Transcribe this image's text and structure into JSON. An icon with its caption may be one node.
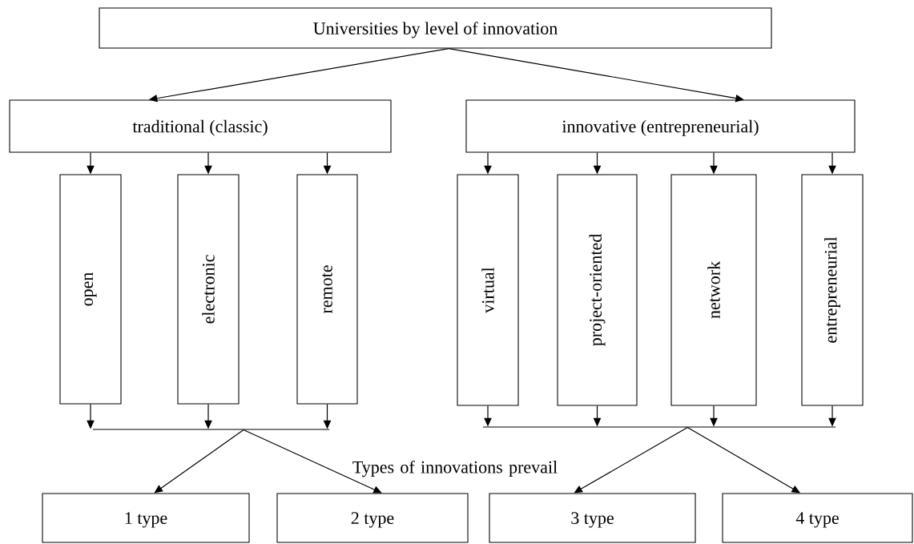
{
  "diagram": {
    "nodes": [
      {
        "text": [
          "Universities by level of innovation"
        ]
      },
      {
        "text": [
          "traditional (classic)"
        ]
      },
      {
        "text": [
          "innovative (entrepreneurial)"
        ]
      },
      {
        "text": [
          "open"
        ]
      },
      {
        "text": [
          "electronic"
        ]
      },
      {
        "text": [
          "remote"
        ]
      },
      {
        "text": [
          "virtual"
        ]
      },
      {
        "text": [
          "project-oriented"
        ]
      },
      {
        "text": [
          "network"
        ]
      },
      {
        "text": [
          "entrepreneurial"
        ]
      },
      {
        "text": [],
        "shape": "bar"
      },
      {
        "text": [],
        "shape": "bar"
      },
      {
        "text": [
          "1 type"
        ]
      },
      {
        "text": [
          "2 type"
        ]
      },
      {
        "text": [
          "3 type"
        ]
      },
      {
        "text": [
          "4 type"
        ]
      }
    ],
    "edges": [
      {
        "from": 0,
        "to": 1,
        "arrow": "to"
      },
      {
        "from": 0,
        "to": 2,
        "arrow": "to"
      },
      {
        "from": 1,
        "to": 3,
        "arrow": "to"
      },
      {
        "from": 1,
        "to": 4,
        "arrow": "to"
      },
      {
        "from": 1,
        "to": 5,
        "arrow": "to"
      },
      {
        "from": 2,
        "to": 6,
        "arrow": "to"
      },
      {
        "from": 2,
        "to": 7,
        "arrow": "to"
      },
      {
        "from": 2,
        "to": 8,
        "arrow": "to"
      },
      {
        "from": 2,
        "to": 9,
        "arrow": "to"
      },
      {
        "from": 3,
        "to": 10,
        "arrow": "to"
      },
      {
        "from": 4,
        "to": 10,
        "arrow": "to"
      },
      {
        "from": 5,
        "to": 10,
        "arrow": "to"
      },
      {
        "from": 6,
        "to": 11,
        "arrow": "to"
      },
      {
        "from": 7,
        "to": 11,
        "arrow": "to"
      },
      {
        "from": 8,
        "to": 11,
        "arrow": "to"
      },
      {
        "from": 9,
        "to": 11,
        "arrow": "to"
      },
      {
        "from": 10,
        "to": 12,
        "arrow": "to"
      },
      {
        "from": 10,
        "to": 13,
        "arrow": "to"
      },
      {
        "from": 11,
        "to": 14,
        "arrow": "to"
      },
      {
        "from": 11,
        "to": 15,
        "arrow": "to"
      }
    ],
    "labels": [
      "Types of innovations prevail"
    ]
  }
}
